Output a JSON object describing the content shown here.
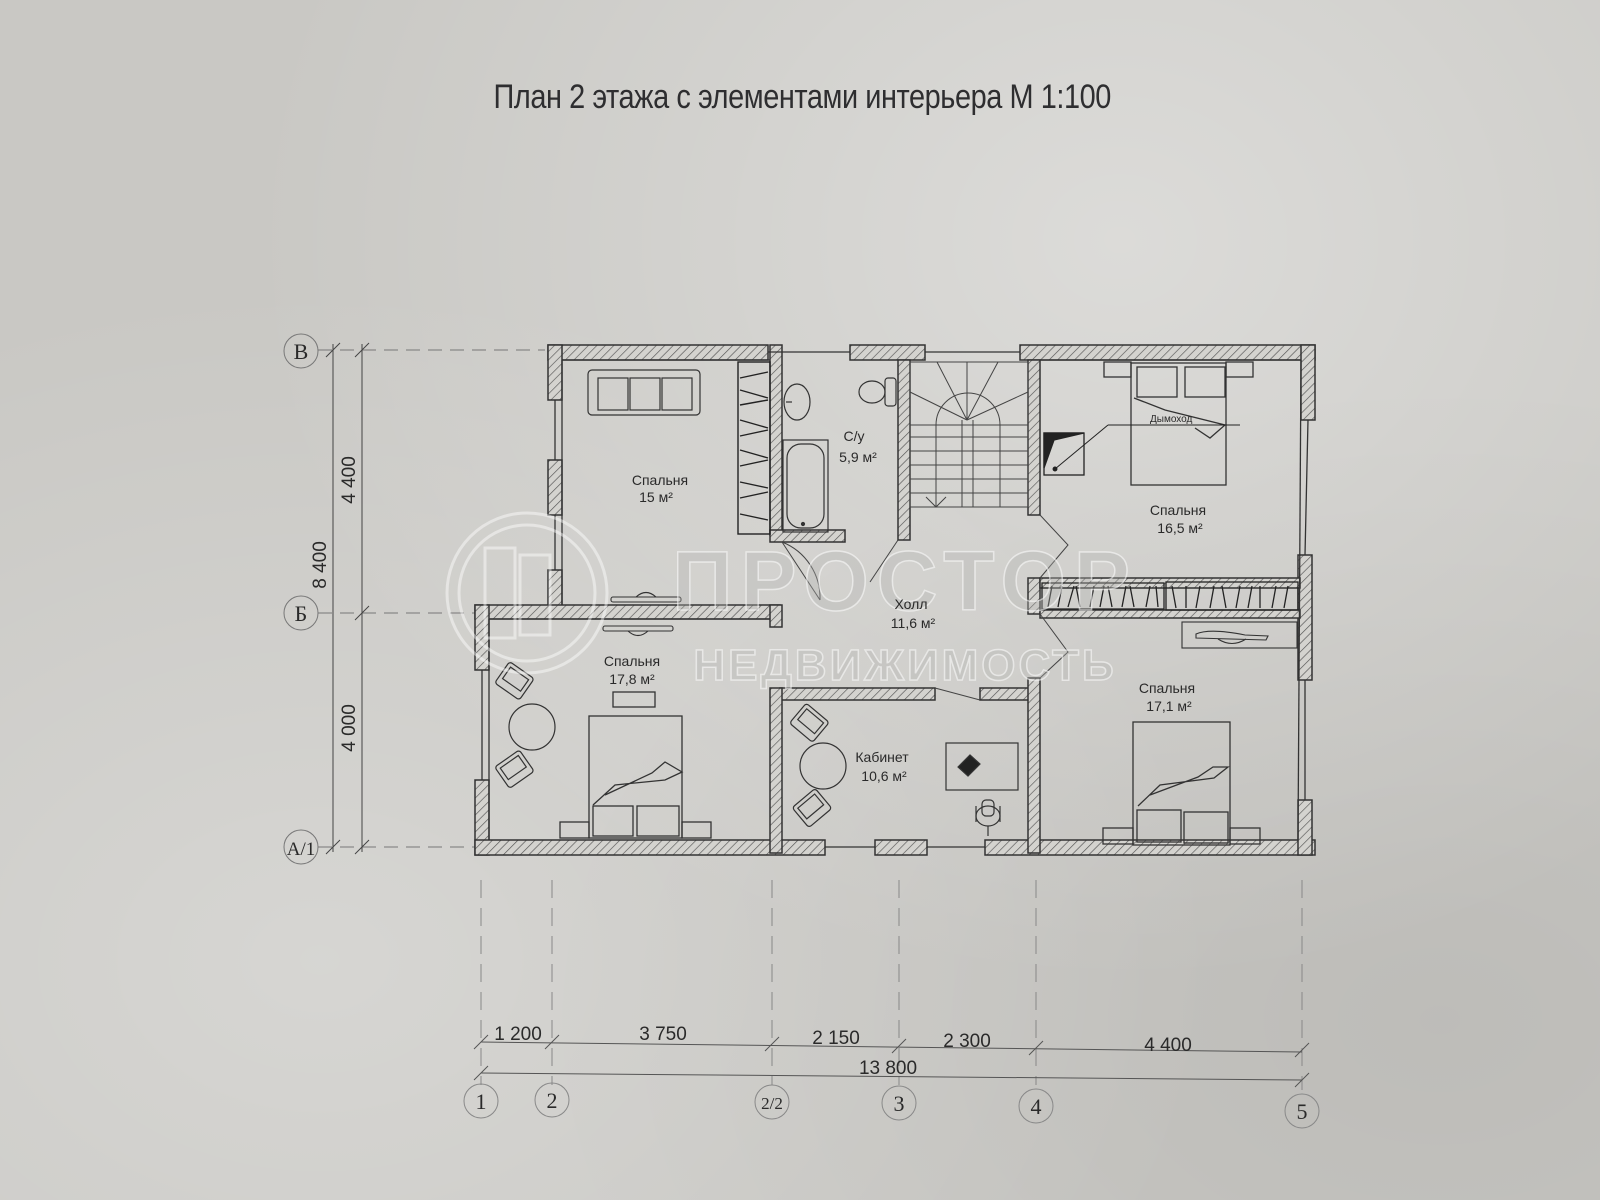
{
  "title": "План 2 этажа с элементами интерьера  М 1:100",
  "colors": {
    "paper": "#c9c8c4",
    "ink": "#2a2a2a",
    "wall_hatch": "#555555"
  },
  "rooms": [
    {
      "id": "bedroom-1",
      "name": "Спальня",
      "area": "15 м²"
    },
    {
      "id": "bathroom",
      "name": "С/у",
      "area": "5,9 м²"
    },
    {
      "id": "bedroom-2",
      "name": "Спальня",
      "area": "16,5 м²"
    },
    {
      "id": "hall",
      "name": "Холл",
      "area": "11,6 м²"
    },
    {
      "id": "bedroom-3",
      "name": "Спальня",
      "area": "17,8 м²"
    },
    {
      "id": "study",
      "name": "Кабинет",
      "area": "10,6 м²"
    },
    {
      "id": "bedroom-4",
      "name": "Спальня",
      "area": "17,1 м²"
    }
  ],
  "annotations": {
    "chimney": "Дымоход"
  },
  "axes": {
    "rows": [
      "В",
      "Б",
      "А/1"
    ],
    "columns": [
      "1",
      "2",
      "2/2",
      "3",
      "4",
      "5"
    ]
  },
  "dimensions": {
    "vertical": {
      "total": "8 400",
      "segments": [
        "4 400",
        "4 000"
      ]
    },
    "horizontal": {
      "total": "13 800",
      "segments": [
        "1 200",
        "3 750",
        "2 150",
        "2 300",
        "4 400"
      ]
    }
  },
  "watermark": {
    "line1": "ПРОСТОР",
    "line2": "НЕДВИЖИМОСТЬ"
  }
}
